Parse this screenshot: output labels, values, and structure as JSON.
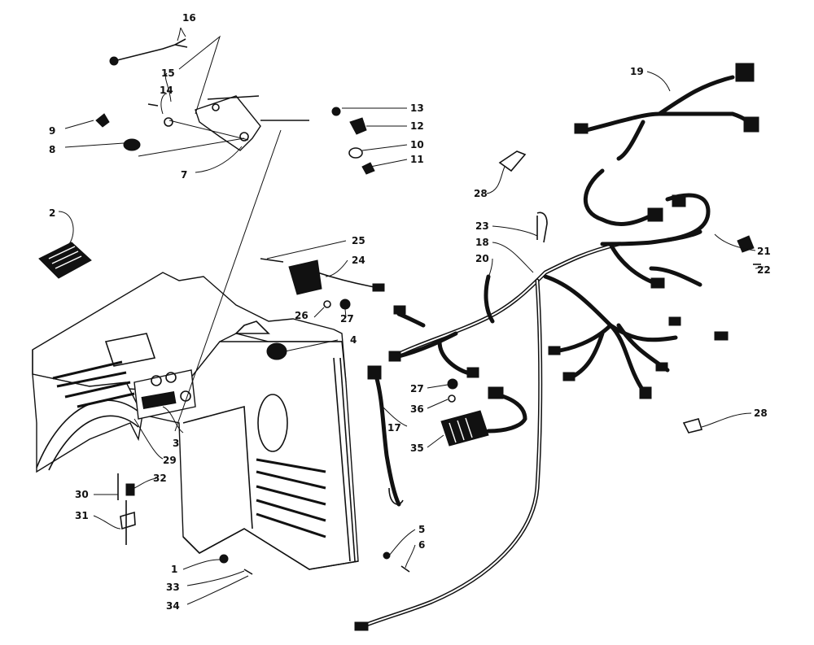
{
  "callouts": [
    {
      "id": "c1",
      "text": "1"
    },
    {
      "id": "c2",
      "text": "2"
    },
    {
      "id": "c3",
      "text": "3"
    },
    {
      "id": "c4",
      "text": "4"
    },
    {
      "id": "c5",
      "text": "5"
    },
    {
      "id": "c6",
      "text": "6"
    },
    {
      "id": "c7",
      "text": "7"
    },
    {
      "id": "c8",
      "text": "8"
    },
    {
      "id": "c9",
      "text": "9"
    },
    {
      "id": "c10",
      "text": "10"
    },
    {
      "id": "c11",
      "text": "11"
    },
    {
      "id": "c12",
      "text": "12"
    },
    {
      "id": "c13",
      "text": "13"
    },
    {
      "id": "c14",
      "text": "14"
    },
    {
      "id": "c15",
      "text": "15"
    },
    {
      "id": "c16",
      "text": "16"
    },
    {
      "id": "c17",
      "text": "17"
    },
    {
      "id": "c18",
      "text": "18"
    },
    {
      "id": "c19",
      "text": "19"
    },
    {
      "id": "c20",
      "text": "20"
    },
    {
      "id": "c21",
      "text": "21"
    },
    {
      "id": "c22",
      "text": "22"
    },
    {
      "id": "c23",
      "text": "23"
    },
    {
      "id": "c24",
      "text": "24"
    },
    {
      "id": "c25",
      "text": "25"
    },
    {
      "id": "c26",
      "text": "26"
    },
    {
      "id": "c27a",
      "text": "27"
    },
    {
      "id": "c27b",
      "text": "27"
    },
    {
      "id": "c28a",
      "text": "28"
    },
    {
      "id": "c28b",
      "text": "28"
    },
    {
      "id": "c29",
      "text": "29"
    },
    {
      "id": "c30",
      "text": "30"
    },
    {
      "id": "c31",
      "text": "31"
    },
    {
      "id": "c32",
      "text": "32"
    },
    {
      "id": "c33",
      "text": "33"
    },
    {
      "id": "c34",
      "text": "34"
    },
    {
      "id": "c35",
      "text": "35"
    },
    {
      "id": "c36",
      "text": "36"
    }
  ]
}
